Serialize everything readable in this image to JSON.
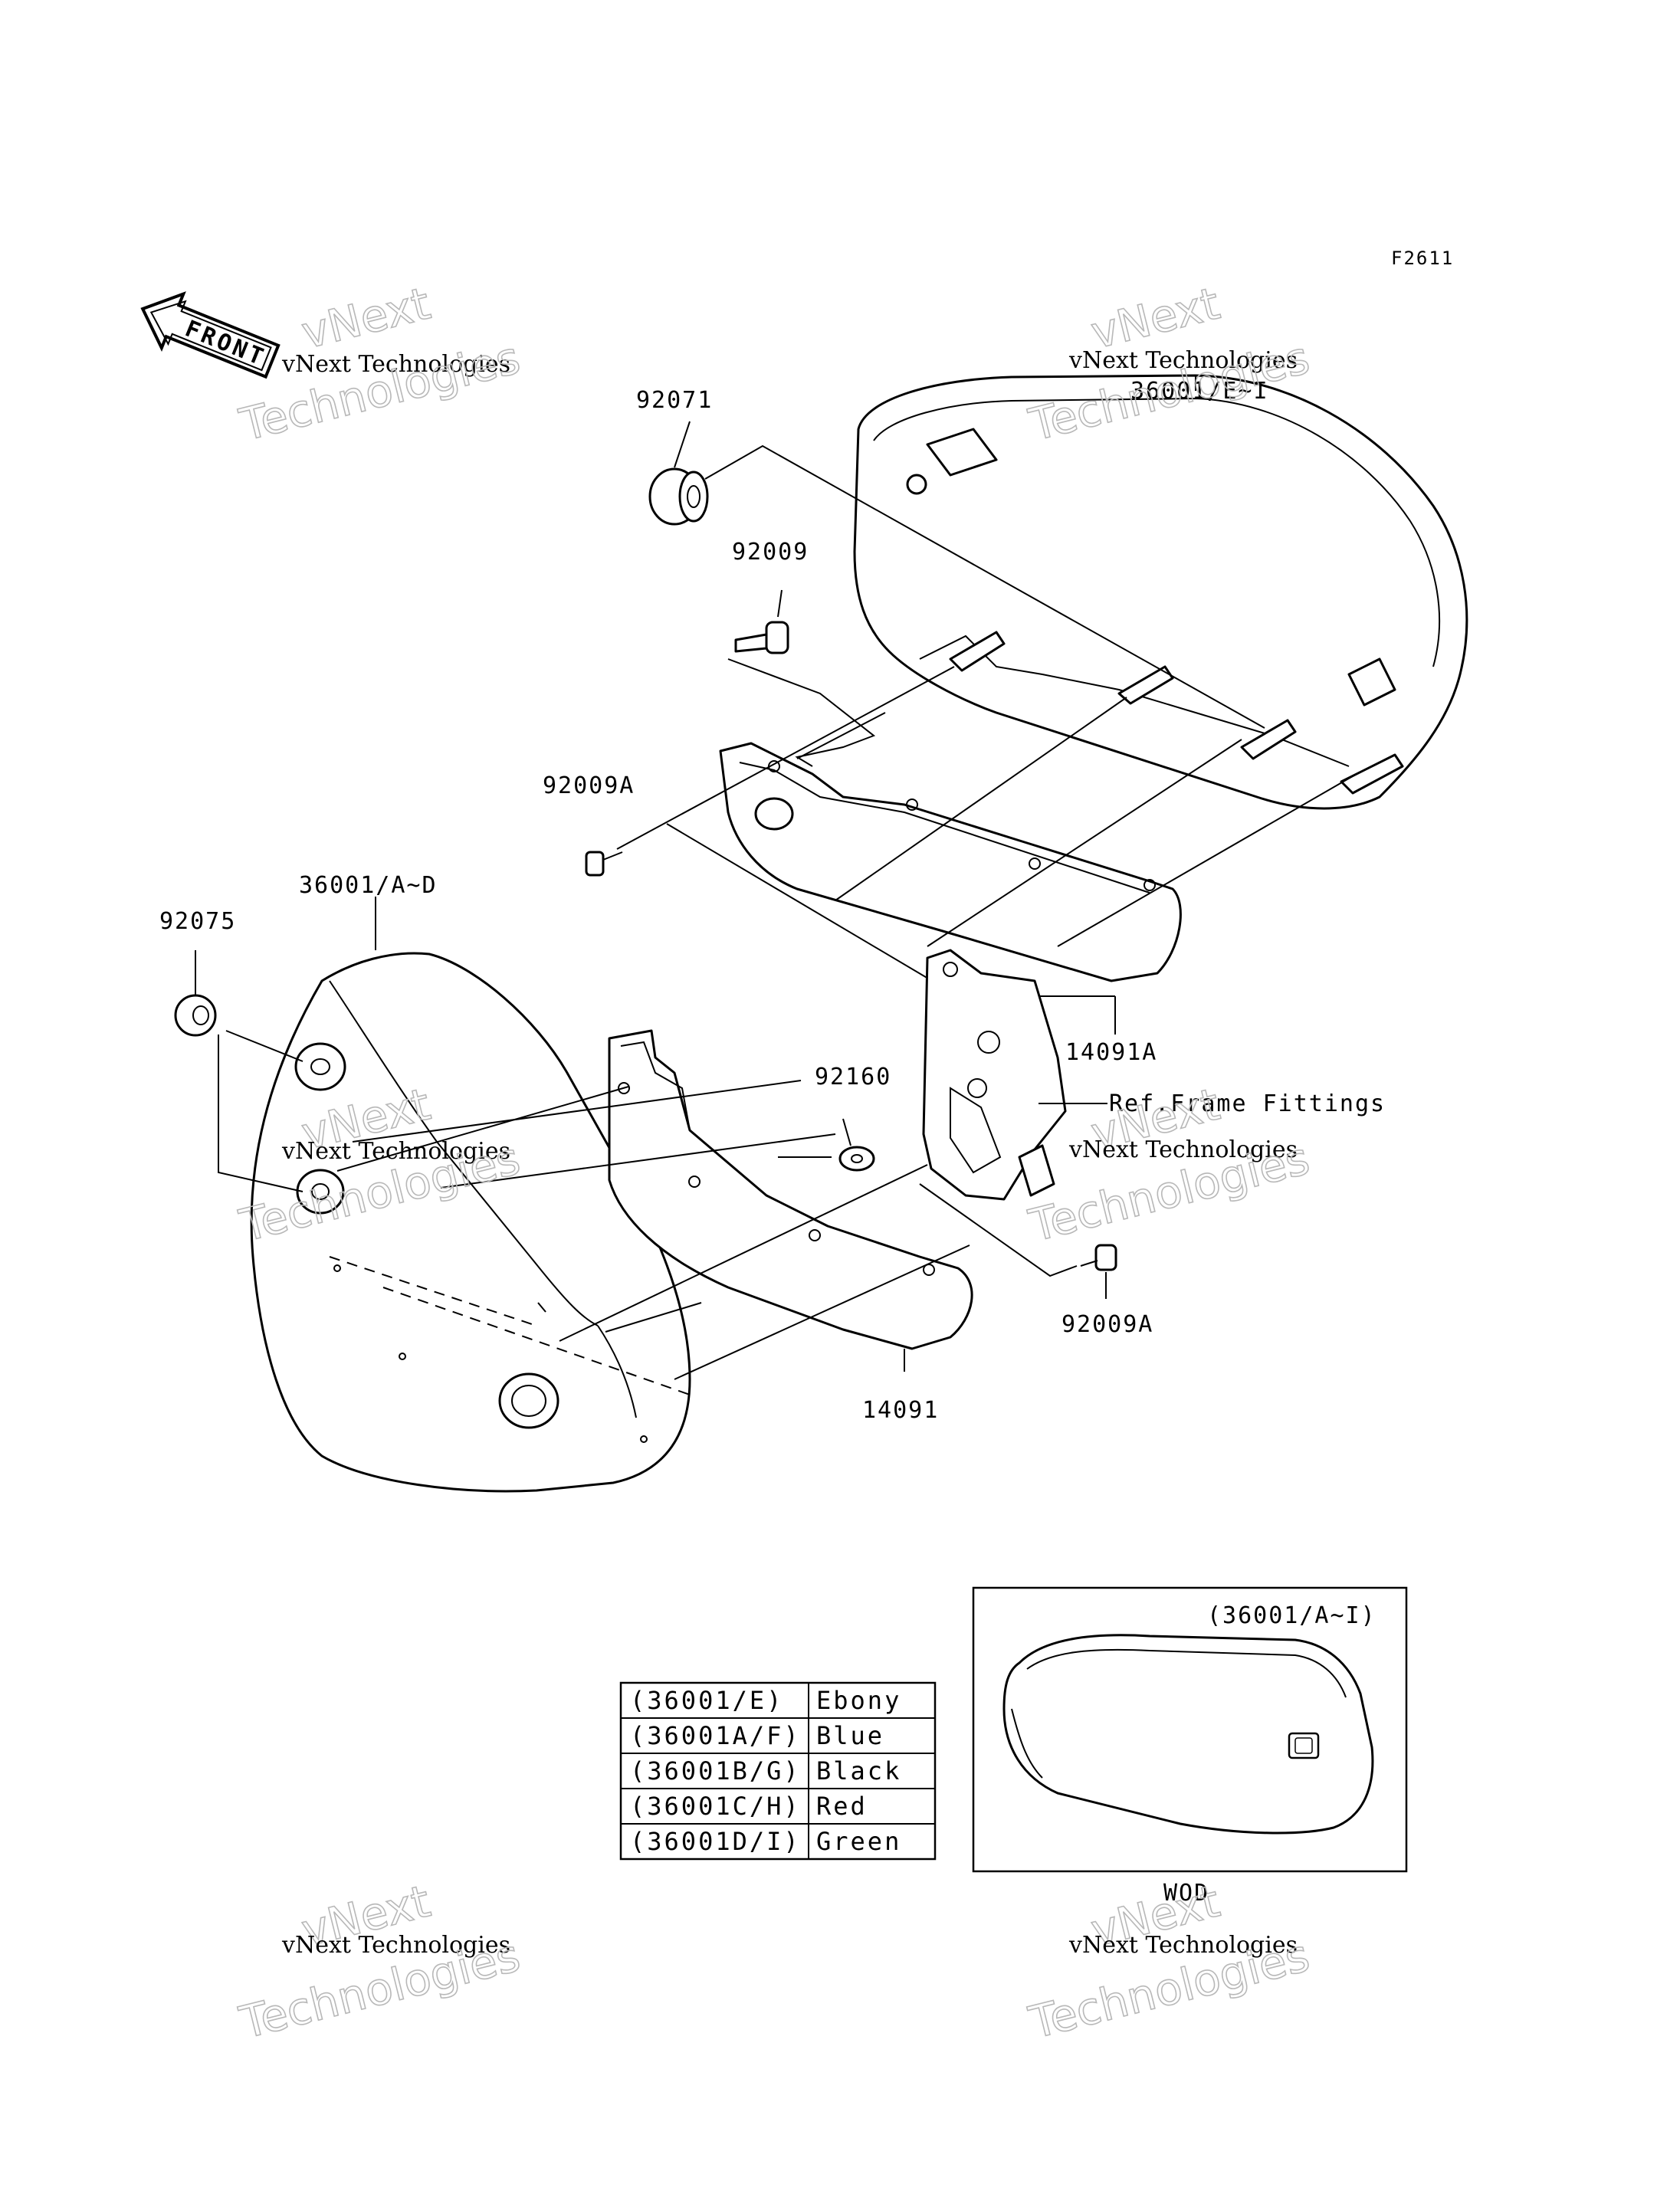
{
  "figure_code": "F2611",
  "front_arrow_label": "FRONT",
  "watermark": {
    "line1": "vNext",
    "line2": "vNext Technologies",
    "line3": "Technologies"
  },
  "callouts": {
    "p92071": "92071",
    "p36001_e": "36001/E~I",
    "p92009": "92009",
    "p92009a_top": "92009A",
    "p36001_ad": "36001/A~D",
    "p92075": "92075",
    "p14091a": "14091A",
    "p92160": "92160",
    "ref_frame": "Ref.Frame Fittings",
    "p92009a_bottom": "92009A",
    "p14091": "14091"
  },
  "inset": {
    "title": "(36001/A~I)",
    "caption": "WOD"
  },
  "color_table": [
    {
      "part": "(36001/E)",
      "color": "Ebony"
    },
    {
      "part": "(36001A/F)",
      "color": "Blue"
    },
    {
      "part": "(36001B/G)",
      "color": "Black"
    },
    {
      "part": "(36001C/H)",
      "color": "Red"
    },
    {
      "part": "(36001D/I)",
      "color": "Green"
    }
  ]
}
